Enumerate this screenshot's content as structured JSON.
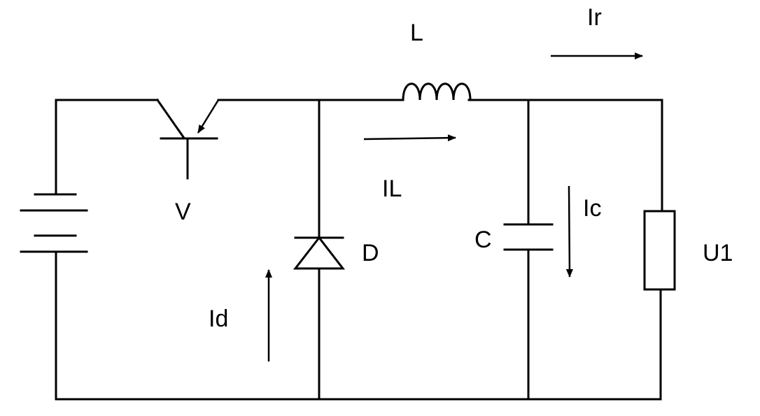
{
  "labels": {
    "inductor": "L",
    "load_current": "Ir",
    "transistor": "V",
    "inductor_current": "IL",
    "capacitor_current": "Ic",
    "capacitor": "C",
    "diode": "D",
    "load": "U1",
    "diode_current": "Id"
  },
  "colors": {
    "stroke": "#000000",
    "background": "#ffffff"
  }
}
